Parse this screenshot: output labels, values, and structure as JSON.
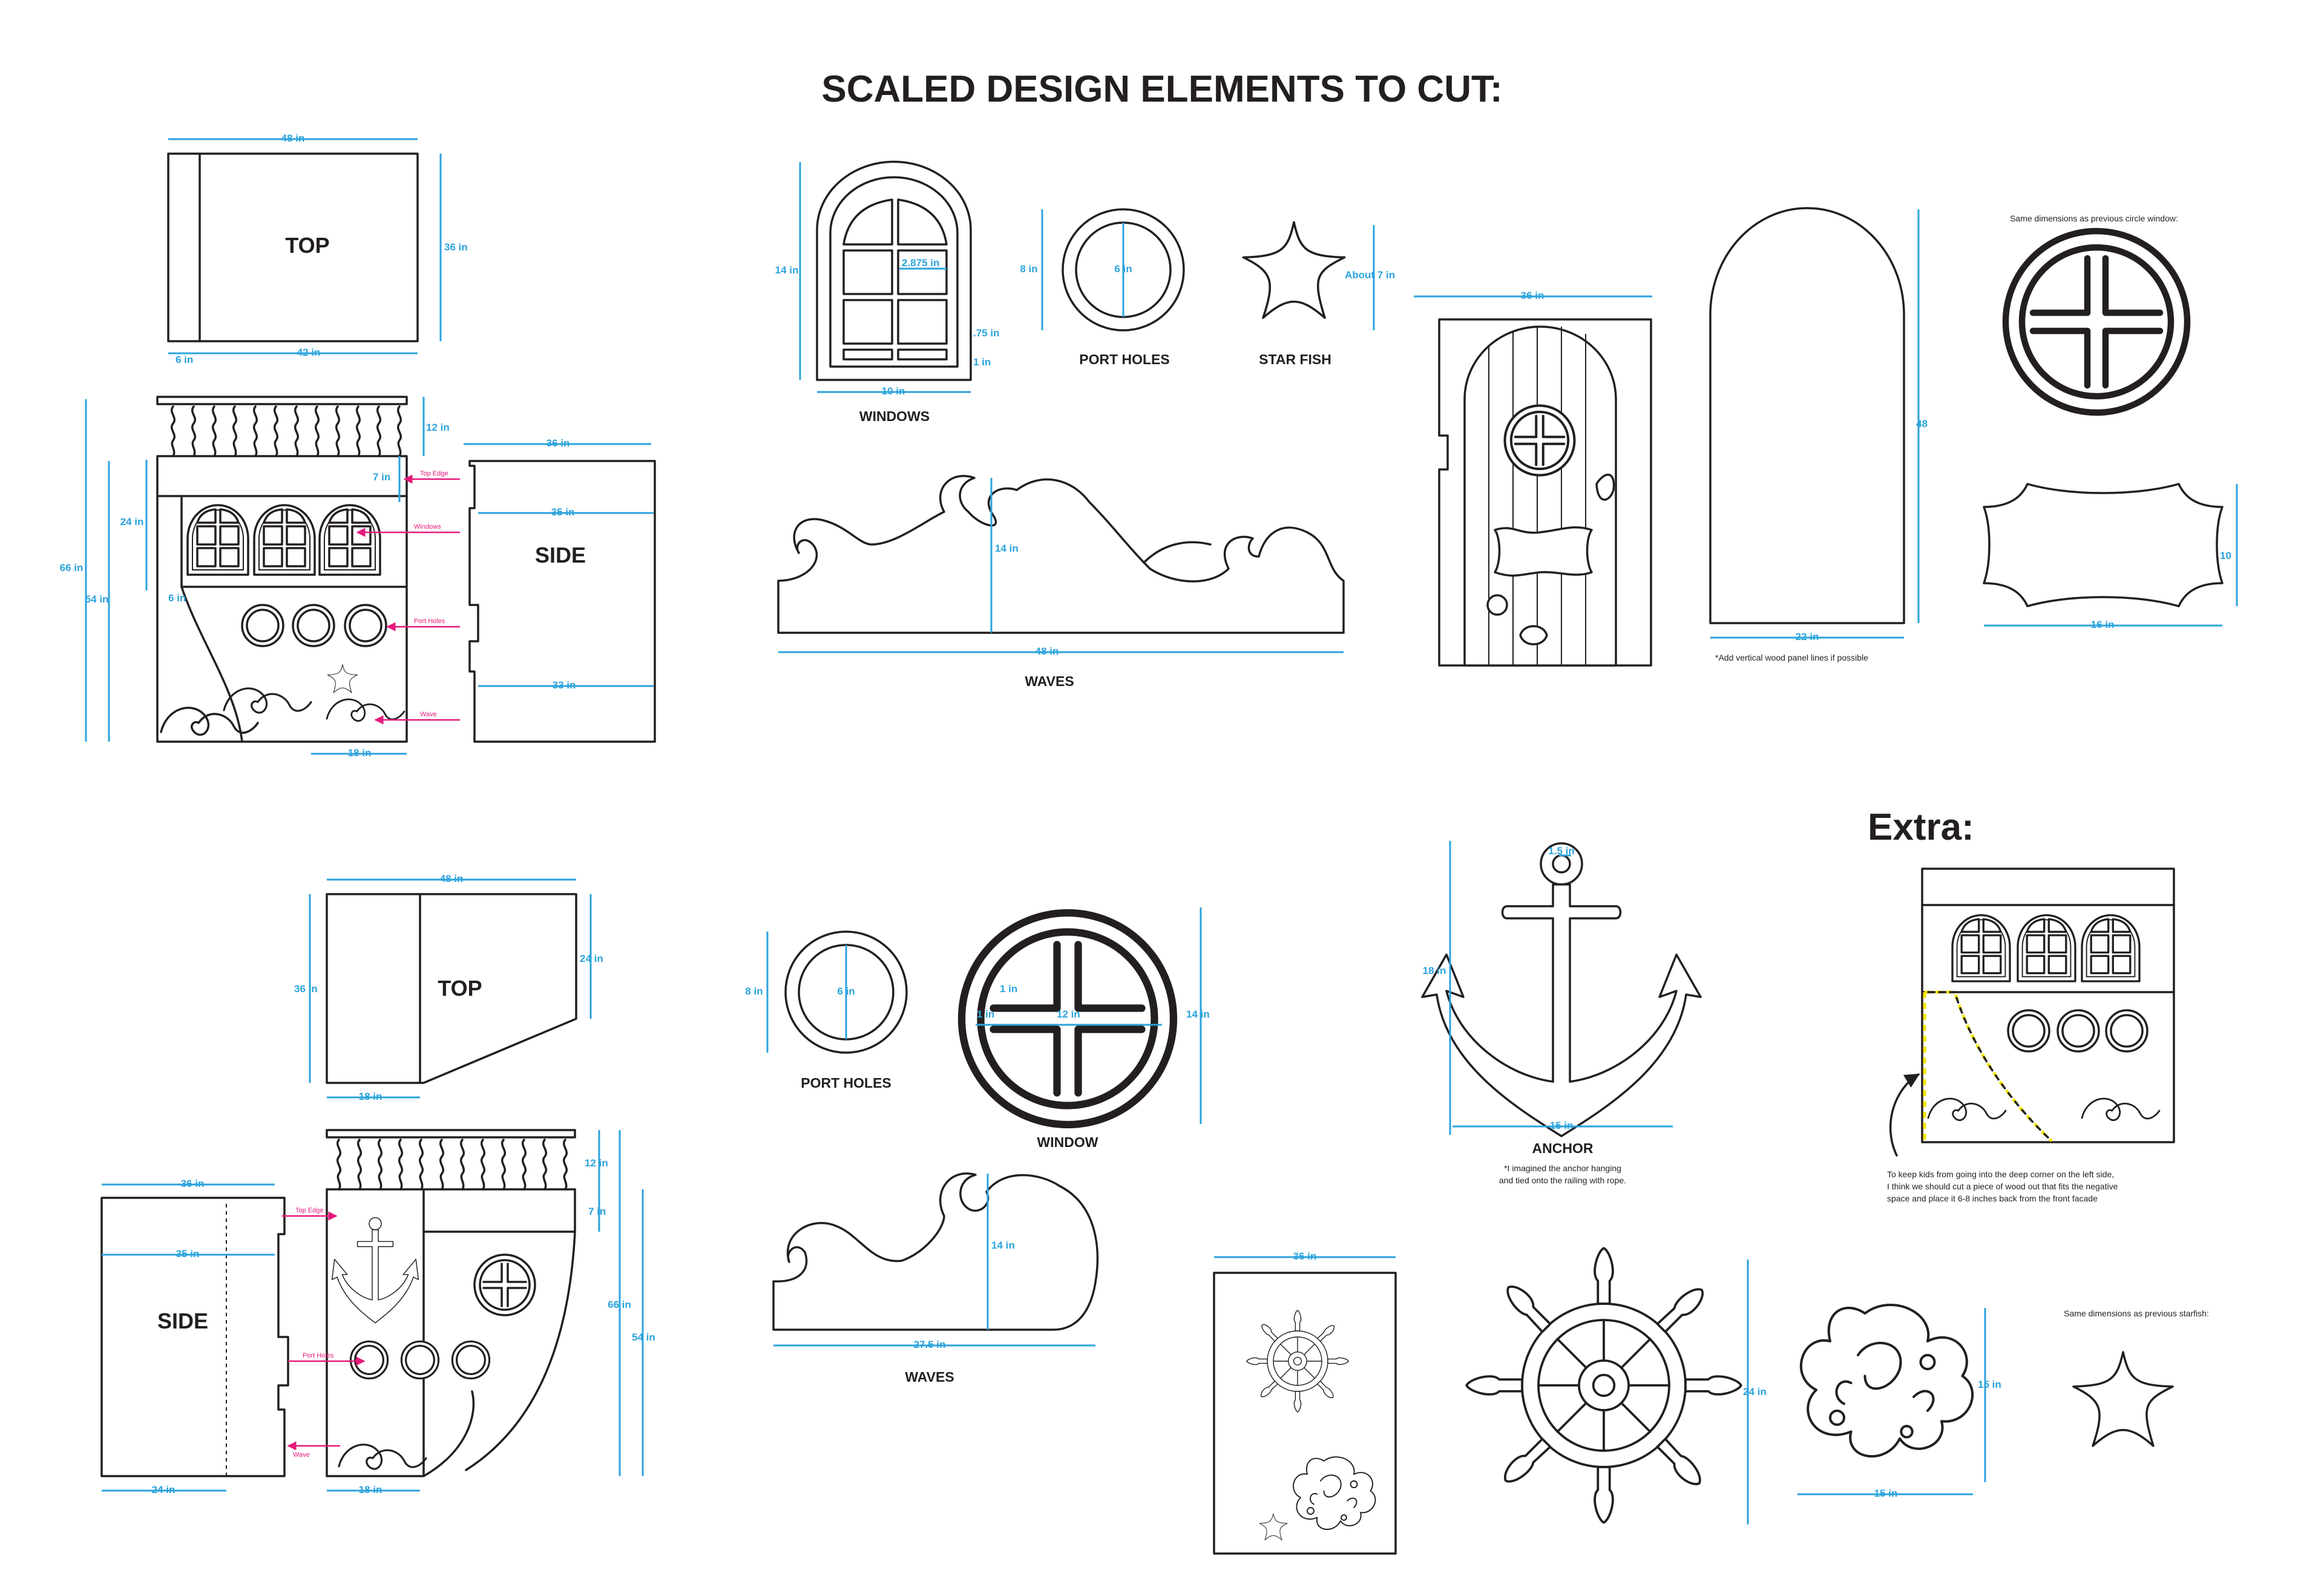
{
  "title": "SCALED DESIGN ELEMENTS TO CUT:",
  "extra_heading": "Extra:",
  "colors": {
    "outline": "#231f20",
    "dimension": "#2ba3dc",
    "callout": "#e5197b",
    "highlight": "#f2e600"
  },
  "top1": {
    "label": "TOP",
    "w": "48 in",
    "h": "36 in",
    "left": "6 in",
    "right": "42 in"
  },
  "front1": {
    "h66": "66 in",
    "h54": "54 in",
    "h24": "24 in",
    "h12": "12 in",
    "d7": "7 in",
    "d6": "6 in",
    "w18": "18 in",
    "callouts": [
      "Top Edge",
      "Windows",
      "Port Holes",
      "Wave"
    ]
  },
  "side1": {
    "label": "SIDE",
    "w36": "36 in",
    "w35": "35 in",
    "w33": "33 in"
  },
  "windows": {
    "label": "WINDOWS",
    "h": "14 in",
    "pane": "2.875 in",
    "frame": ".75 in",
    "border": "1 in",
    "w": "10 in"
  },
  "portholes1": {
    "label": "PORT HOLES",
    "h": "8 in",
    "inner": "6 in"
  },
  "starfish1": {
    "label": "STAR FISH",
    "h": "About 7 in"
  },
  "waves1": {
    "label": "WAVES",
    "h": "14 in",
    "w": "48 in"
  },
  "door": {
    "w": "36 in"
  },
  "arch": {
    "h": "48",
    "w": "22 in",
    "note": "*Add vertical wood panel lines if possible"
  },
  "circle_note": "Same dimensions as previous circle window:",
  "plaque": {
    "h": "10",
    "w": "16 in"
  },
  "top2": {
    "label": "TOP",
    "w": "48 in",
    "h36": "36 in",
    "h24": "24 in",
    "w18": "18 in"
  },
  "front2": {
    "h12": "12 in",
    "h7": "7 in",
    "h66": "66 in",
    "h54": "54 in",
    "w18": "18 in",
    "callouts": [
      "Top Edge",
      "Port Holes",
      "Wave"
    ]
  },
  "side2": {
    "label": "SIDE",
    "w36": "36 in",
    "w35": "35 in",
    "w24": "24 in"
  },
  "portholes2": {
    "label": "PORT HOLES",
    "h": "8 in",
    "inner": "6 in"
  },
  "window2": {
    "label": "WINDOW",
    "h": "14 in",
    "a": "1 in",
    "b": "1 in",
    "c": "12 in"
  },
  "waves2": {
    "label": "WAVES",
    "h": "14 in",
    "w": "27.5 in"
  },
  "anchor": {
    "label": "ANCHOR",
    "ring": "1.5 in",
    "h": "18 in",
    "w": "15 in",
    "note1": "*I imagined the anchor hanging",
    "note2": "and tied onto the railing with rope."
  },
  "panel": {
    "w": "36 in"
  },
  "wheel": {
    "h": "24 in"
  },
  "octopus": {
    "h": "15 in",
    "w": "15 in"
  },
  "starfish_note": "Same dimensions as previous starfish:",
  "extra_note": {
    "l1": "To keep kids from going into the deep corner on the left side,",
    "l2": "I think we should cut a piece of wood out that fits the negative",
    "l3": "space and place it 6-8 inches back from the front facade"
  }
}
